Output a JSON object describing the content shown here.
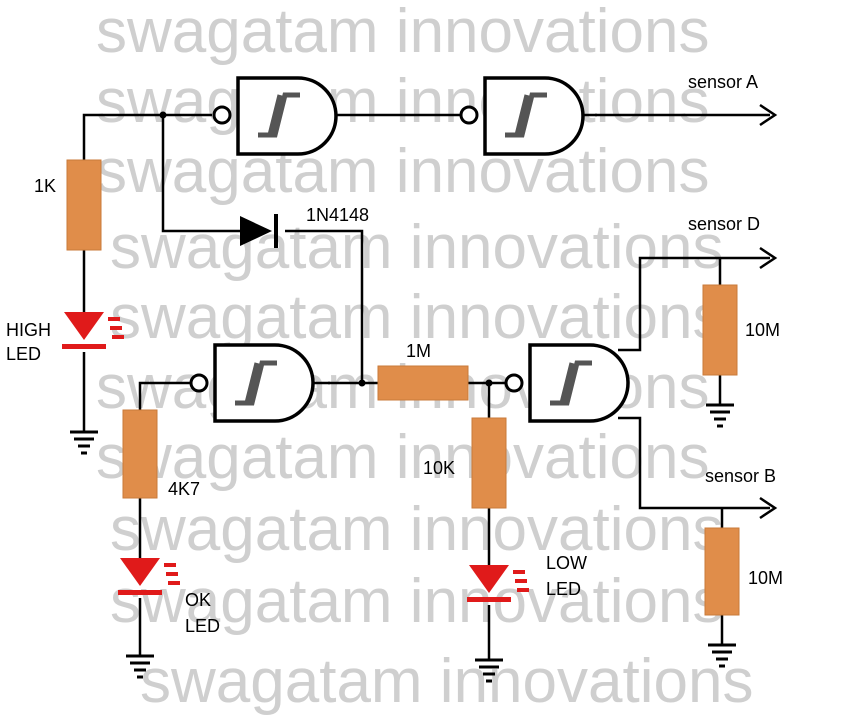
{
  "watermark": {
    "text": "swagatam innovations",
    "color": "#cfcfcf"
  },
  "colors": {
    "resistor": "#e08d4a",
    "led": "#e01a1a",
    "wire": "#000000",
    "gate_symbol": "#555555"
  },
  "labels": {
    "r_1k": "1K",
    "diode": "1N4148",
    "high_led_1": "HIGH",
    "high_led_2": "LED",
    "r_4k7": "4K7",
    "ok_led_1": "OK",
    "ok_led_2": "LED",
    "r_1m": "1M",
    "r_10k": "10K",
    "low_led_1": "LOW",
    "low_led_2": "LED",
    "sensor_a": "sensor A",
    "sensor_d": "sensor D",
    "sensor_b": "sensor B",
    "r_10m_top": "10M",
    "r_10m_bottom": "10M"
  }
}
